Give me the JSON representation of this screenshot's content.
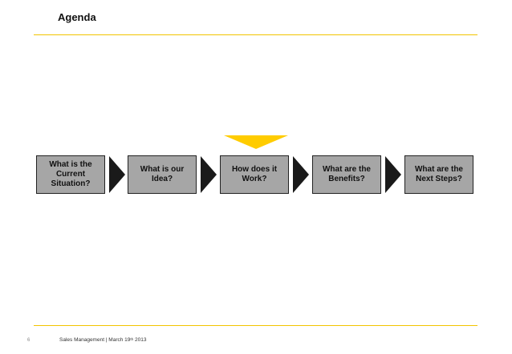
{
  "slide": {
    "title": "Agenda",
    "steps": [
      {
        "label": "What is the Current Situation?"
      },
      {
        "label": "What is our Idea?"
      },
      {
        "label": "How does it Work?"
      },
      {
        "label": "What are the Benefits?"
      },
      {
        "label": "What are the Next Steps?"
      }
    ],
    "active_step_index": 2,
    "colors": {
      "accent": "#ffcc00",
      "step_fill": "#a6a6a6",
      "arrow": "#1a1a1a"
    }
  },
  "footer": {
    "page_number": "6",
    "text_prefix": "Sales Management | March 19",
    "text_sup": "th",
    "text_suffix": " 2013"
  }
}
